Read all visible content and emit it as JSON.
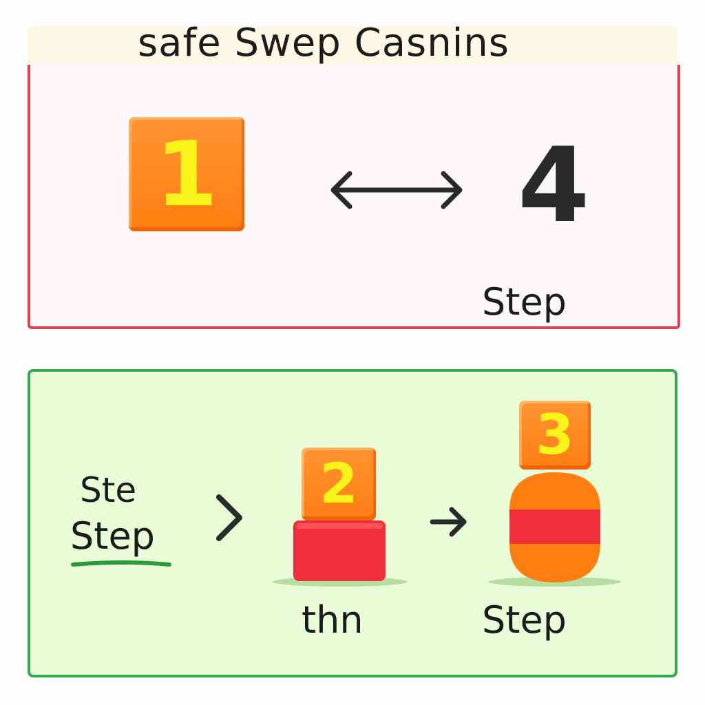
{
  "header": {
    "title": "safe Swep Casnins"
  },
  "top_panel": {
    "block_number": "1",
    "target_number": "4",
    "step_label": "Step"
  },
  "bottom_panel": {
    "left_label_top": "Ste",
    "left_label_bottom": "Step",
    "block2_number": "2",
    "block2_label": "thn",
    "block3_number": "3",
    "block3_label": "Step"
  },
  "icons": {
    "swap": "double-arrow-icon",
    "chevron": "chevron-right-icon",
    "arrow": "arrow-right-icon"
  },
  "colors": {
    "top_border": "#e0424d",
    "bottom_border": "#34a853",
    "block_orange": "#ff8a1f",
    "block_red": "#f0303a",
    "digit_yellow": "#f9f31a"
  }
}
